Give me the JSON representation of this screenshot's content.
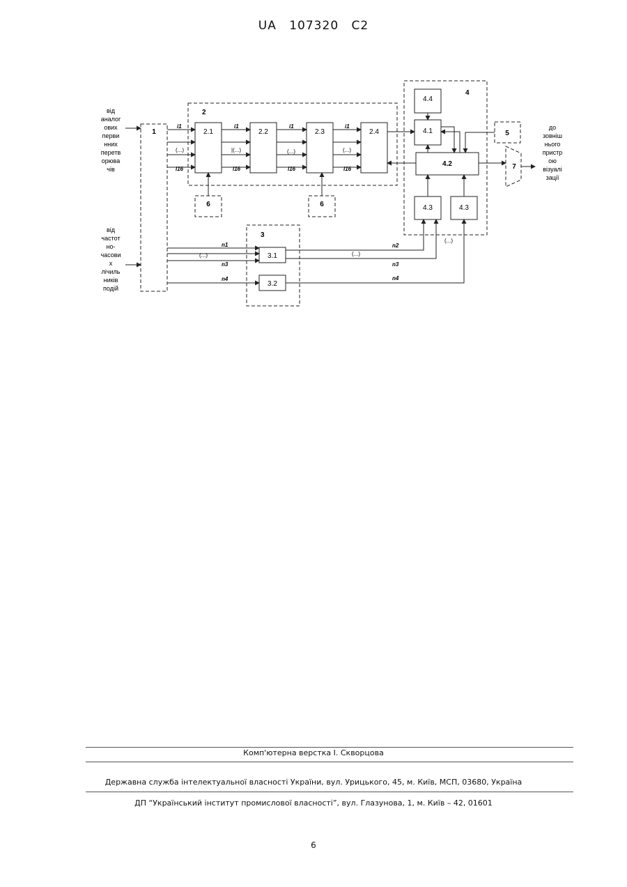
{
  "header": {
    "office": "UA",
    "number": "107320",
    "kind": "C2"
  },
  "diagram": {
    "groups": {
      "g2": "2",
      "g3": "3",
      "g4": "4"
    },
    "blocks": {
      "b1": "1",
      "b21": "2.1",
      "b22": "2.2",
      "b23": "2.3",
      "b24": "2.4",
      "b6": "6",
      "b31": "3.1",
      "b32": "3.2",
      "b44": "4.4",
      "b41": "4.1",
      "b42": "4.2",
      "b43a": "4.3",
      "b43b": "4.3",
      "b5": "5",
      "b7": "7"
    },
    "input_top_lines": [
      "від",
      "аналог",
      "ових",
      "перви",
      "нних",
      "перетв",
      "орюва",
      "чів"
    ],
    "input_bottom_lines": [
      "від",
      "частот",
      "но-",
      "часови",
      "х",
      "лічиль",
      "ників",
      "подій"
    ],
    "output_lines": [
      "до",
      "зовніш",
      "нього",
      "пристр",
      "ою",
      "візуалі",
      "зації"
    ],
    "signals": {
      "i1": "i1",
      "i16": "i16",
      "dots": "(...)",
      "dots_paren": "|(...)",
      "n1": "n1",
      "n2": "n2",
      "n3": "n3",
      "n4": "n4",
      "dots_small": "(...)"
    }
  },
  "footer": {
    "layout": "Комп'ютерна верстка І. Скворцова",
    "agency": "Державна служба інтелектуальної власності України, вул. Урицького, 45, м. Київ, МСП, 03680, Україна",
    "institute": "ДП “Український інститут промислової власності”, вул. Глазунова, 1, м. Київ – 42, 01601"
  },
  "page": {
    "number": "6"
  }
}
